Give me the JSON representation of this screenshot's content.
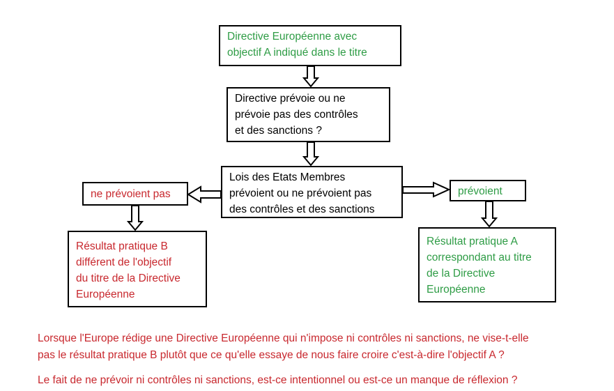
{
  "nodes": {
    "directive": {
      "lines": [
        "Directive Européenne avec",
        "objectif A indiqué dans le titre"
      ],
      "color": "#2e9c45"
    },
    "question": {
      "lines": [
        "Directive prévoie ou ne",
        "prévoie pas des contrôles",
        "et des sanctions ?"
      ],
      "color": "#000000"
    },
    "member_states": {
      "lines": [
        "Lois des Etats Membres",
        "prévoient ou ne prévoient pas",
        "des contrôles et des sanctions"
      ],
      "color": "#000000"
    },
    "no_provision": {
      "lines": [
        "ne prévoient pas"
      ],
      "color": "#c8282e"
    },
    "provision": {
      "lines": [
        "prévoient"
      ],
      "color": "#2e9c45"
    },
    "result_b": {
      "lines": [
        "Résultat pratique B",
        "différent de l'objectif",
        "du titre de la Directive",
        "Européenne"
      ],
      "color": "#c8282e"
    },
    "result_a": {
      "lines": [
        "Résultat pratique A",
        "correspondant au titre",
        "de la Directive",
        "Européenne"
      ],
      "color": "#2e9c45"
    }
  },
  "footer": {
    "question_1": {
      "lines": [
        "Lorsque l'Europe rédige une Directive Européenne qui n'impose ni contrôles ni sanctions, ne vise-t-elle",
        "pas le résultat pratique B plutôt que ce qu'elle essaye de nous faire croire c'est-à-dire l'objectif A ?"
      ]
    },
    "question_2": {
      "lines": [
        "Le fait de ne prévoir ni contrôles ni sanctions, est-ce intentionnel ou est-ce un manque de réflexion ?"
      ]
    },
    "color": "#c8282e"
  }
}
